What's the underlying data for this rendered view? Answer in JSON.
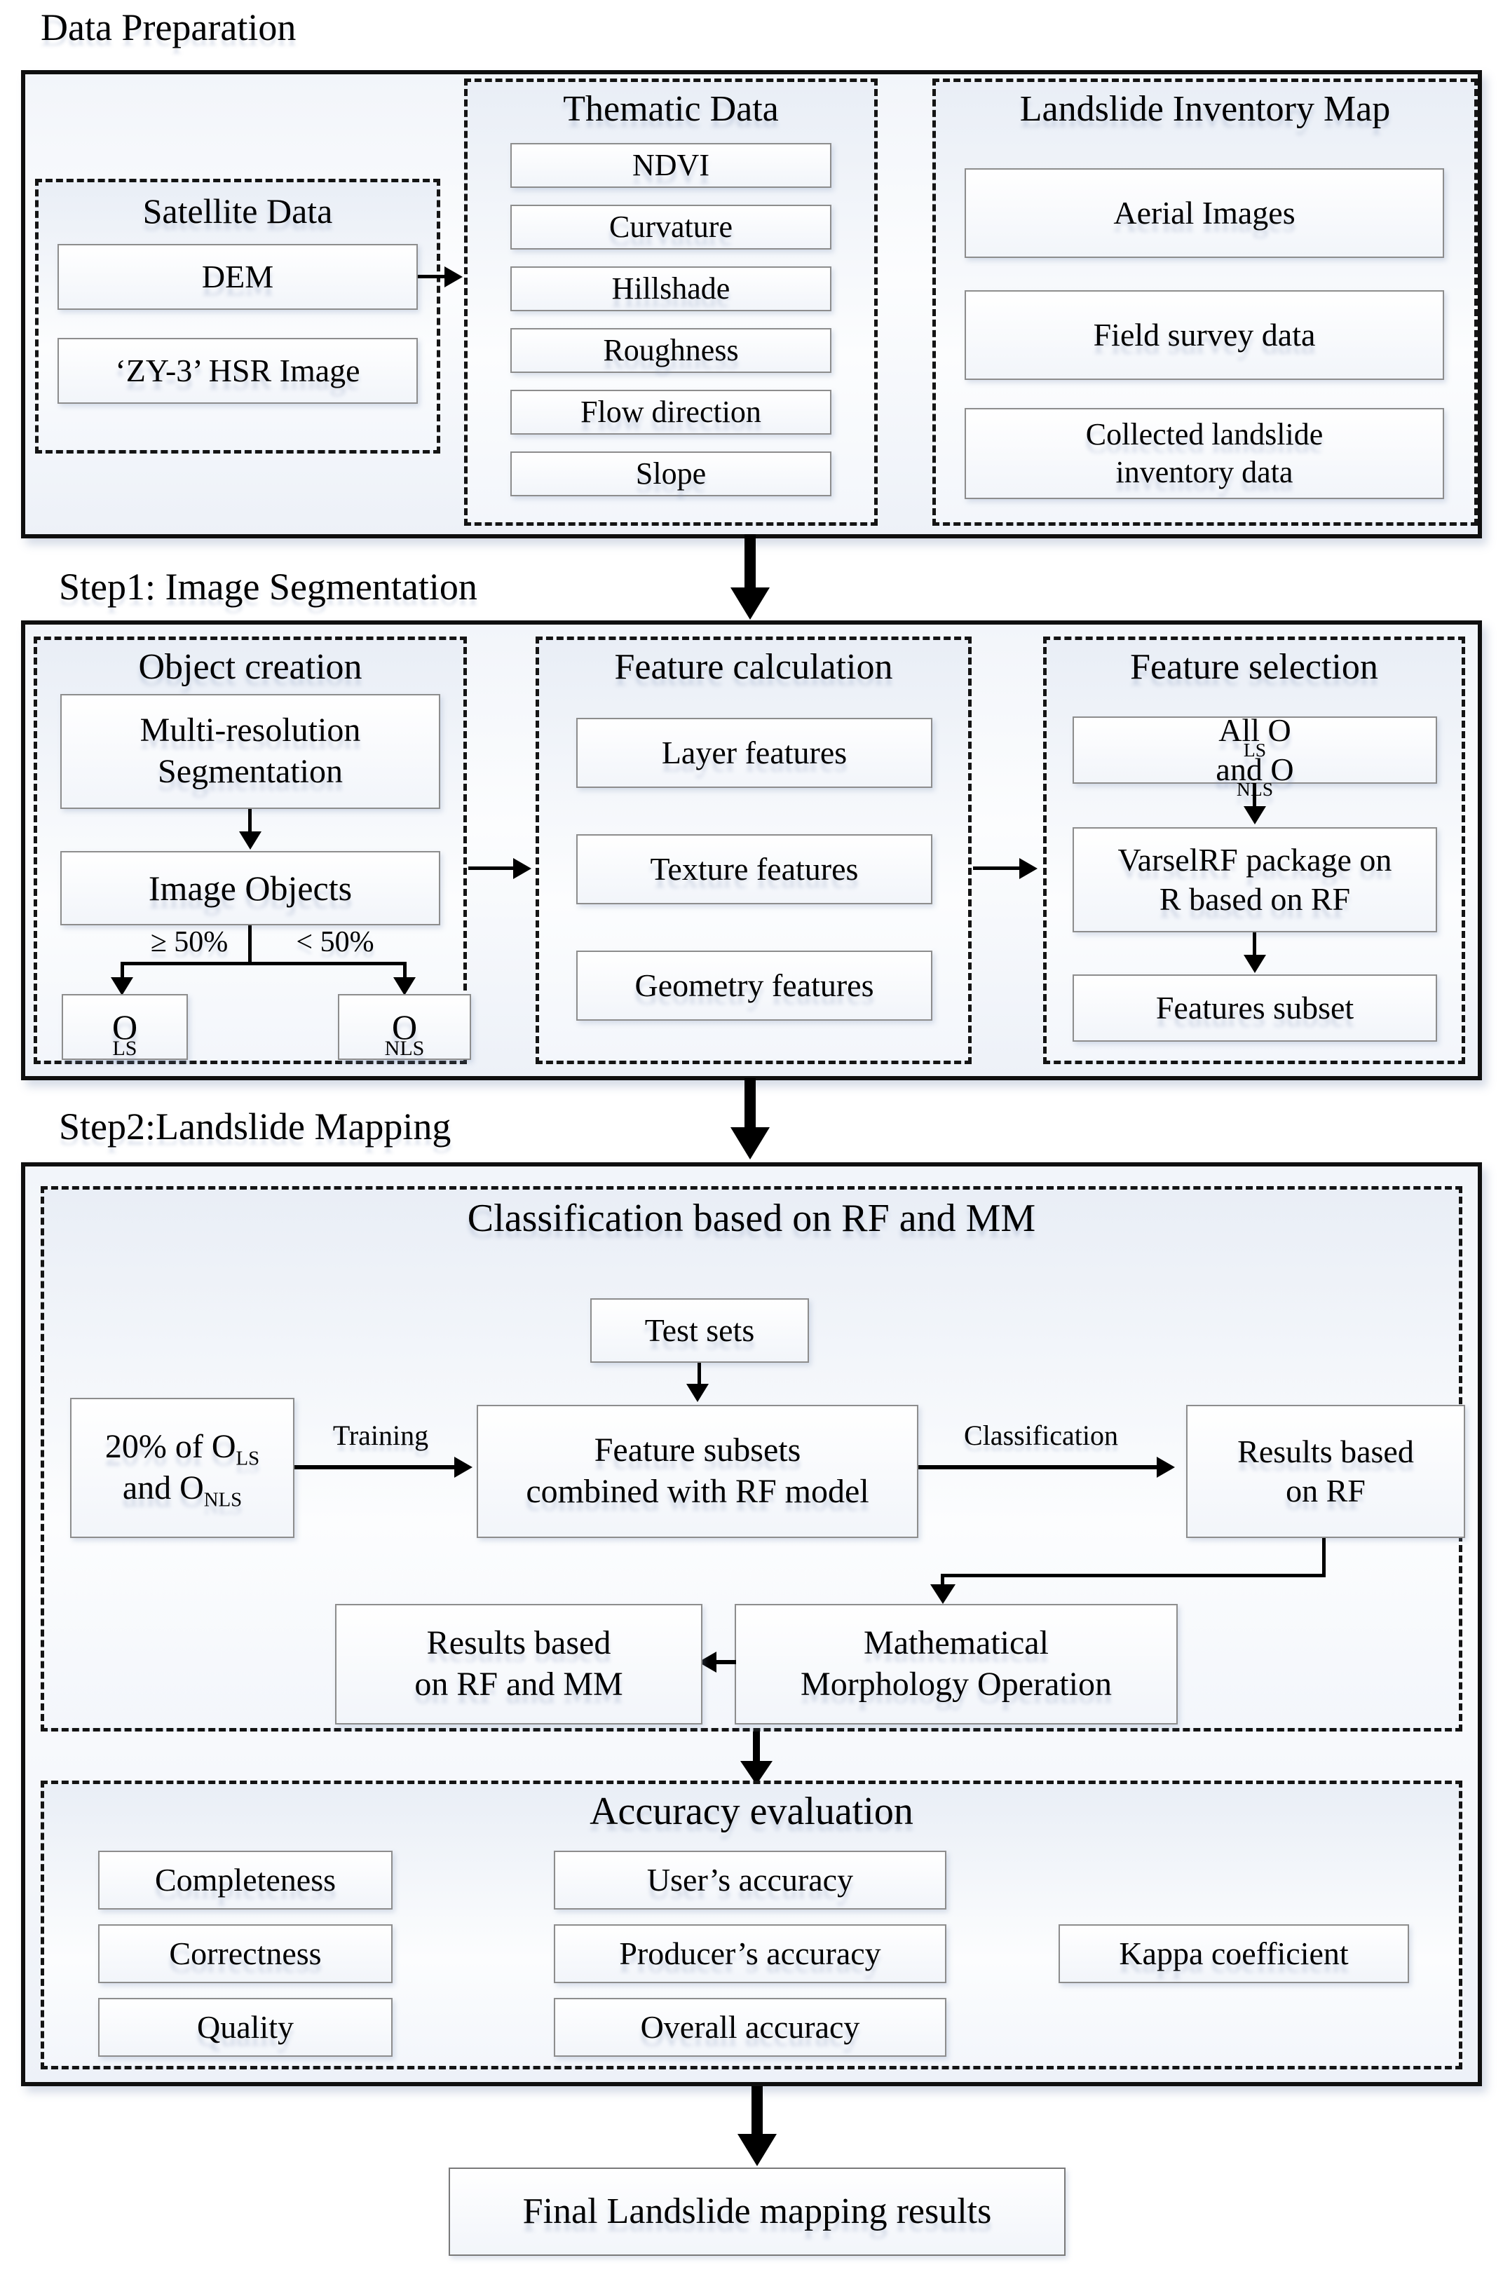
{
  "prep": {
    "title": "Data Preparation",
    "satellite": {
      "title": "Satellite Data",
      "dem": "DEM",
      "hsr": "‘ZY-3’  HSR Image"
    },
    "thematic": {
      "title": "Thematic Data",
      "items": [
        "NDVI",
        "Curvature",
        "Hillshade",
        "Roughness",
        "Flow direction",
        "Slope"
      ]
    },
    "inventory": {
      "title": "Landslide Inventory Map",
      "aerial": "Aerial Images",
      "field": "Field survey data",
      "collected_lines": [
        "Collected landslide",
        "inventory data"
      ]
    }
  },
  "step1": {
    "title": "Step1: Image Segmentation",
    "object_creation": {
      "title": "Object creation",
      "multires_lines": [
        "Multi-resolution",
        "Segmentation"
      ],
      "image_objects": "Image Objects",
      "branch_ge_label": "≥ 50%",
      "branch_lt_label": "< 50%",
      "ols_segments": [
        {
          "t": "O"
        },
        {
          "t": "LS",
          "sub": true
        }
      ],
      "onls_segments": [
        {
          "t": "O"
        },
        {
          "t": "NLS",
          "sub": true
        }
      ]
    },
    "feature_calculation": {
      "title": "Feature calculation",
      "items": [
        "Layer features",
        "Texture features",
        "Geometry features"
      ]
    },
    "feature_selection": {
      "title": "Feature selection",
      "all_objects_segments": [
        {
          "t": "All O"
        },
        {
          "t": "LS",
          "sub": true
        },
        {
          "t": " and O"
        },
        {
          "t": "NLS",
          "sub": true
        }
      ],
      "varsel_lines": [
        "VarselRF package on",
        "R based on RF"
      ],
      "features_subset": "Features subset"
    }
  },
  "step2": {
    "title": "Step2:Landslide Mapping",
    "classification": {
      "title": "Classification based on RF and MM",
      "test_sets": "Test sets",
      "training_label": "Training",
      "classification_label": "Classification",
      "training_set_line1_segments": [
        {
          "t": "20% of O"
        },
        {
          "t": "LS",
          "sub": true
        }
      ],
      "training_set_line2_segments": [
        {
          "t": "and O"
        },
        {
          "t": "NLS",
          "sub": true
        }
      ],
      "feature_subsets_lines": [
        "Feature subsets",
        "combined with RF model"
      ],
      "results_rf_lines": [
        "Results based",
        "on RF"
      ],
      "mm_lines": [
        "Mathematical",
        "Morphology Operation"
      ],
      "results_rf_mm_lines": [
        "Results based",
        "on RF and MM"
      ]
    },
    "accuracy": {
      "title": "Accuracy evaluation",
      "col1": [
        "Completeness",
        "Correctness",
        "Quality"
      ],
      "col2": [
        "User’s accuracy",
        "Producer’s accuracy",
        "Overall accuracy"
      ],
      "kappa": "Kappa coefficient"
    }
  },
  "final": {
    "label": "Final Landslide mapping results"
  }
}
